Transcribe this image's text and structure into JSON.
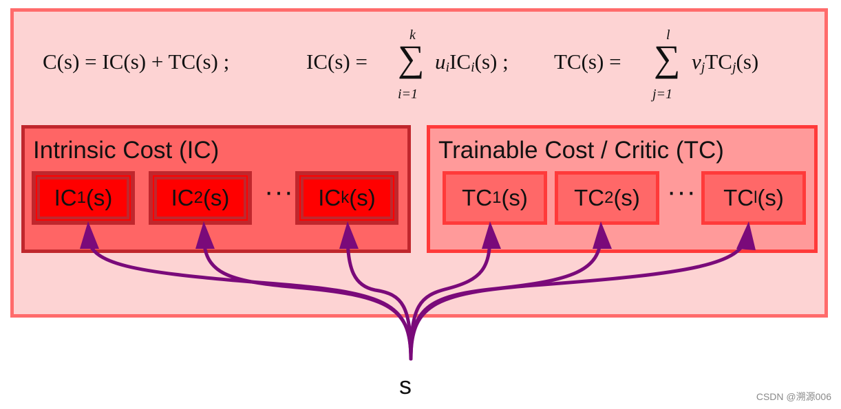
{
  "formula": {
    "c_def": "C(s) = IC(s) + TC(s) ;",
    "ic_lhs": "IC(s) =",
    "ic_sum_upper": "k",
    "ic_sum_lower": "i=1",
    "ic_term_var": "u",
    "ic_term_var_sub": "i",
    "ic_term_fn": "IC",
    "ic_term_fn_sub": "i",
    "ic_term_arg": "(s) ;",
    "tc_lhs": "TC(s) =",
    "tc_sum_upper": "l",
    "tc_sum_lower": "j=1",
    "tc_term_var": "v",
    "tc_term_var_sub": "j",
    "tc_term_fn": "TC",
    "tc_term_fn_sub": "j",
    "tc_term_arg": "(s)"
  },
  "intrinsic": {
    "title": "Intrinsic Cost (IC)",
    "boxes": [
      {
        "base": "IC",
        "sub": "1",
        "arg": "(s)"
      },
      {
        "base": "IC",
        "sub": "2",
        "arg": "(s)"
      },
      {
        "base": "IC",
        "sub": "k",
        "arg": "(s)"
      }
    ],
    "ellipsis": "···"
  },
  "trainable": {
    "title": "Trainable Cost / Critic (TC)",
    "boxes": [
      {
        "base": "TC",
        "sub": "1",
        "arg": "(s)"
      },
      {
        "base": "TC",
        "sub": "2",
        "arg": "(s)"
      },
      {
        "base": "TC",
        "sub": "l",
        "arg": "(s)"
      }
    ],
    "ellipsis": "···"
  },
  "input_label": "s",
  "watermark": "CSDN @溯源006",
  "colors": {
    "outer_fill": "#fdd3d3",
    "outer_border": "#ff6b6b",
    "ic_group_fill": "#ff6565",
    "ic_group_border": "#c0272d",
    "ic_box_fill": "#ff0000",
    "tc_group_fill": "#ff9a9a",
    "tc_group_border": "#ff3a3a",
    "tc_box_fill": "#ff6868",
    "arrow": "#7a0a7a"
  }
}
